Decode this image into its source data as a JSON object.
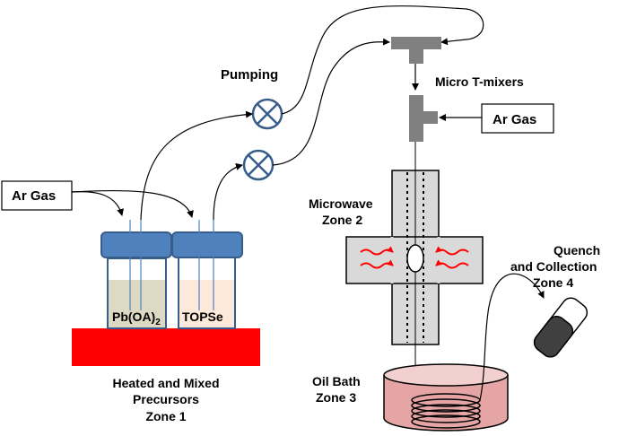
{
  "labels": {
    "ar_gas_left": "Ar Gas",
    "ar_gas_right": "Ar Gas",
    "pumping": "Pumping",
    "micro_t_mixers": "Micro T-mixers",
    "microwave_line1": "Microwave",
    "microwave_line2": "Zone 2",
    "quench_line1": "Quench",
    "quench_line2": "and Collection",
    "quench_line3": "Zone 4",
    "oil_bath_line1": "Oil Bath",
    "oil_bath_line2": "Zone 3",
    "heated_line1": "Heated and Mixed",
    "heated_line2": "Precursors",
    "heated_line3": "Zone 1",
    "vial_left_main": "Pb(OA)",
    "vial_left_sub": "2",
    "vial_right": "TOPSe"
  },
  "colors": {
    "heater": "#ff0000",
    "vial_cap": "#4f81bd",
    "vial_cap_border": "#385d8a",
    "pb_liquid": "#ddd9c3",
    "topse_liquid": "#fde9d9",
    "mixer_gray": "#808080",
    "oil_bath": "#e6a5a5",
    "microwave_arrows": "#ff0000",
    "microwave_cavity": "#d9d9d9"
  },
  "icons": {
    "pump_left_top": "pump-valve-icon",
    "pump_right_bottom": "pump-valve-icon",
    "collection_vial": "collection-vial-icon"
  }
}
